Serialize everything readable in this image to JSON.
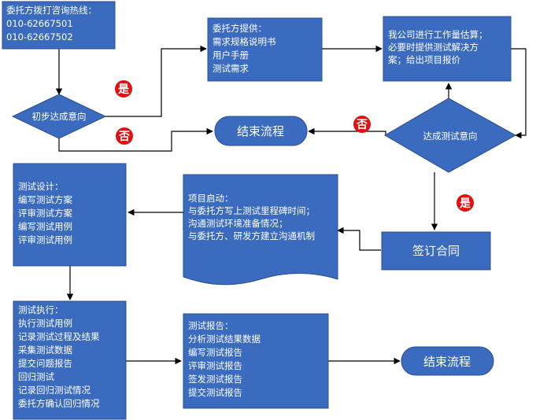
{
  "flow": {
    "hotline": {
      "lines": [
        "委托方拨打咨询热线：",
        "010-62667501",
        "010-62667502"
      ]
    },
    "initial_intent": {
      "label": "初步达成意向"
    },
    "client_provides": {
      "lines": [
        "委托方提供：",
        "需求规格说明书",
        "用户手册",
        "测试需求"
      ]
    },
    "estimate": {
      "lines": [
        "我公司进行工作量估算；",
        "必要时提供测试解决方",
        "案；给出项目报价"
      ]
    },
    "end_top": {
      "label": "结束流程"
    },
    "test_intent": {
      "label": "达成测试意向"
    },
    "badges": {
      "yes_1": "是",
      "no_1": "否",
      "no_2": "否",
      "yes_2": "是"
    },
    "test_design": {
      "lines": [
        "测试设计：",
        "编写测试方案",
        "评审测试方案",
        "编写测试用例",
        "评审测试用例"
      ]
    },
    "project_start": {
      "lines": [
        "项目启动：",
        "与委托方写上测试里程碑时间；",
        "沟通测试环境准备情况；",
        "与委托方、研发方建立沟通机制"
      ]
    },
    "sign_contract": {
      "label": "签订合同"
    },
    "test_execution": {
      "lines": [
        "测试执行：",
        "执行测试用例",
        "记录测试过程及结果",
        "采集测试数据",
        "提交问题报告",
        "回归测试",
        "记录回归测试情况",
        "委托方确认回归情况"
      ]
    },
    "test_report": {
      "lines": [
        "测试报告：",
        "分析测试结果数据",
        "编写测试报告",
        "评审测试报告",
        "签发测试报告",
        "提交测试报告"
      ]
    },
    "end_bottom": {
      "label": "结束流程"
    }
  },
  "colors": {
    "node_fill": "#3b6bbf",
    "node_stroke": "#2b4f8f",
    "badge_fill": "#e01010",
    "connector": "#000000"
  }
}
